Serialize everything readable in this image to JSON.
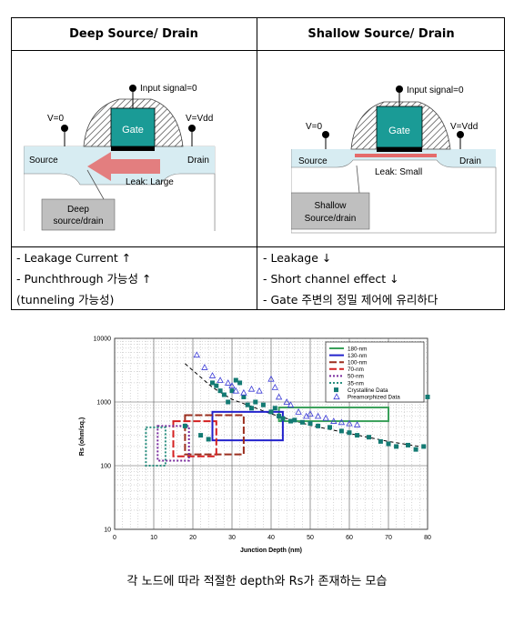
{
  "table": {
    "headers": [
      "Deep Source/ Drain",
      "Shallow Source/ Drain"
    ],
    "deep": {
      "labels": {
        "input": "Input signal=0",
        "v0": "V=0",
        "vdd": "V=Vdd",
        "gate": "Gate",
        "source": "Source",
        "drain": "Drain",
        "leak": "Leak: Large",
        "callout_line1": "Deep",
        "callout_line2": "source/drain"
      },
      "bullets": [
        "- Leakage Current ↑",
        "- Punchthrough 가능성 ↑",
        "(tunneling 가능성)"
      ]
    },
    "shallow": {
      "labels": {
        "input": "Input signal=0",
        "v0": "V=0",
        "vdd": "V=Vdd",
        "gate": "Gate",
        "source": "Source",
        "drain": "Drain",
        "leak": "Leak: Small",
        "callout_line1": "Shallow",
        "callout_line2": "Source/drain"
      },
      "bullets": [
        "- Leakage ↓",
        "- Short channel effect ↓",
        "- Gate 주변의 정밀 제어에 유리하다"
      ]
    }
  },
  "chart_data": {
    "type": "scatter",
    "xlabel": "Junction Depth (nm)",
    "ylabel": "Rs (ohm/sq.)",
    "x_ticks": [
      0,
      10,
      20,
      30,
      40,
      50,
      60,
      70,
      80
    ],
    "y_ticks": [
      10,
      100,
      1000,
      10000
    ],
    "y_tick_labels": [
      "10",
      "100",
      "1000",
      "10000"
    ],
    "xlim": [
      0,
      80
    ],
    "ylim": [
      10,
      10000
    ],
    "y_scale": "log",
    "grid": true,
    "legend_position": "top-right",
    "series": [
      {
        "name": "Crystalline Data",
        "marker": "square",
        "color": "#137a73",
        "points": [
          [
            18,
            420
          ],
          [
            22,
            300
          ],
          [
            24,
            260
          ],
          [
            25,
            2000
          ],
          [
            26,
            1800
          ],
          [
            27,
            1500
          ],
          [
            28,
            1300
          ],
          [
            29,
            1000
          ],
          [
            30,
            1500
          ],
          [
            31,
            2200
          ],
          [
            32,
            2000
          ],
          [
            33,
            1200
          ],
          [
            34,
            900
          ],
          [
            35,
            800
          ],
          [
            36,
            1000
          ],
          [
            38,
            900
          ],
          [
            40,
            700
          ],
          [
            41,
            800
          ],
          [
            42,
            600
          ],
          [
            43,
            550
          ],
          [
            45,
            500
          ],
          [
            46,
            520
          ],
          [
            48,
            480
          ],
          [
            50,
            460
          ],
          [
            52,
            420
          ],
          [
            55,
            400
          ],
          [
            58,
            350
          ],
          [
            60,
            330
          ],
          [
            62,
            300
          ],
          [
            65,
            280
          ],
          [
            68,
            240
          ],
          [
            70,
            220
          ],
          [
            72,
            200
          ],
          [
            75,
            210
          ],
          [
            77,
            180
          ],
          [
            79,
            200
          ],
          [
            80,
            1200
          ]
        ]
      },
      {
        "name": "Preamorphized Data",
        "marker": "triangle",
        "color": "#3b3bd6",
        "points": [
          [
            21,
            5500
          ],
          [
            23,
            3500
          ],
          [
            25,
            2600
          ],
          [
            27,
            2200
          ],
          [
            29,
            2000
          ],
          [
            30,
            1800
          ],
          [
            31,
            1500
          ],
          [
            33,
            1400
          ],
          [
            35,
            1600
          ],
          [
            37,
            1500
          ],
          [
            40,
            2300
          ],
          [
            41,
            1700
          ],
          [
            42,
            1200
          ],
          [
            44,
            1000
          ],
          [
            45,
            900
          ],
          [
            47,
            700
          ],
          [
            49,
            600
          ],
          [
            50,
            650
          ],
          [
            52,
            600
          ],
          [
            54,
            560
          ],
          [
            56,
            500
          ],
          [
            58,
            480
          ],
          [
            60,
            460
          ],
          [
            62,
            440
          ]
        ]
      }
    ],
    "boxes": [
      {
        "name": "180-nm",
        "color": "#3aa05a",
        "style": "solid",
        "x": [
          42,
          70
        ],
        "y": [
          500,
          820
        ]
      },
      {
        "name": "130-nm",
        "color": "#2222cc",
        "style": "solid",
        "x": [
          25,
          43
        ],
        "y": [
          250,
          700
        ]
      },
      {
        "name": "100-nm",
        "color": "#9b2e1e",
        "style": "dash",
        "x": [
          18,
          33
        ],
        "y": [
          150,
          620
        ]
      },
      {
        "name": "70-nm",
        "color": "#d42020",
        "style": "dash",
        "x": [
          15,
          26
        ],
        "y": [
          140,
          500
        ]
      },
      {
        "name": "50-nm",
        "color": "#7a2b9e",
        "style": "dot",
        "x": [
          11,
          19
        ],
        "y": [
          120,
          420
        ]
      },
      {
        "name": "35-nm",
        "color": "#2a8f80",
        "style": "dot",
        "x": [
          8,
          13
        ],
        "y": [
          100,
          400
        ]
      }
    ],
    "legend_labels": [
      "180-nm",
      "130-nm",
      "100-nm",
      "70-nm",
      "50-nm",
      "35-nm",
      "Crystalline Data",
      "Preamorphized Data"
    ],
    "fit_curve": [
      [
        18,
        4000
      ],
      [
        25,
        1700
      ],
      [
        30,
        1100
      ],
      [
        35,
        850
      ],
      [
        40,
        650
      ],
      [
        50,
        430
      ],
      [
        60,
        320
      ],
      [
        70,
        240
      ],
      [
        78,
        200
      ]
    ]
  },
  "caption": "각 노드에 따라 적절한 depth와 Rs가 존재하는 모습"
}
